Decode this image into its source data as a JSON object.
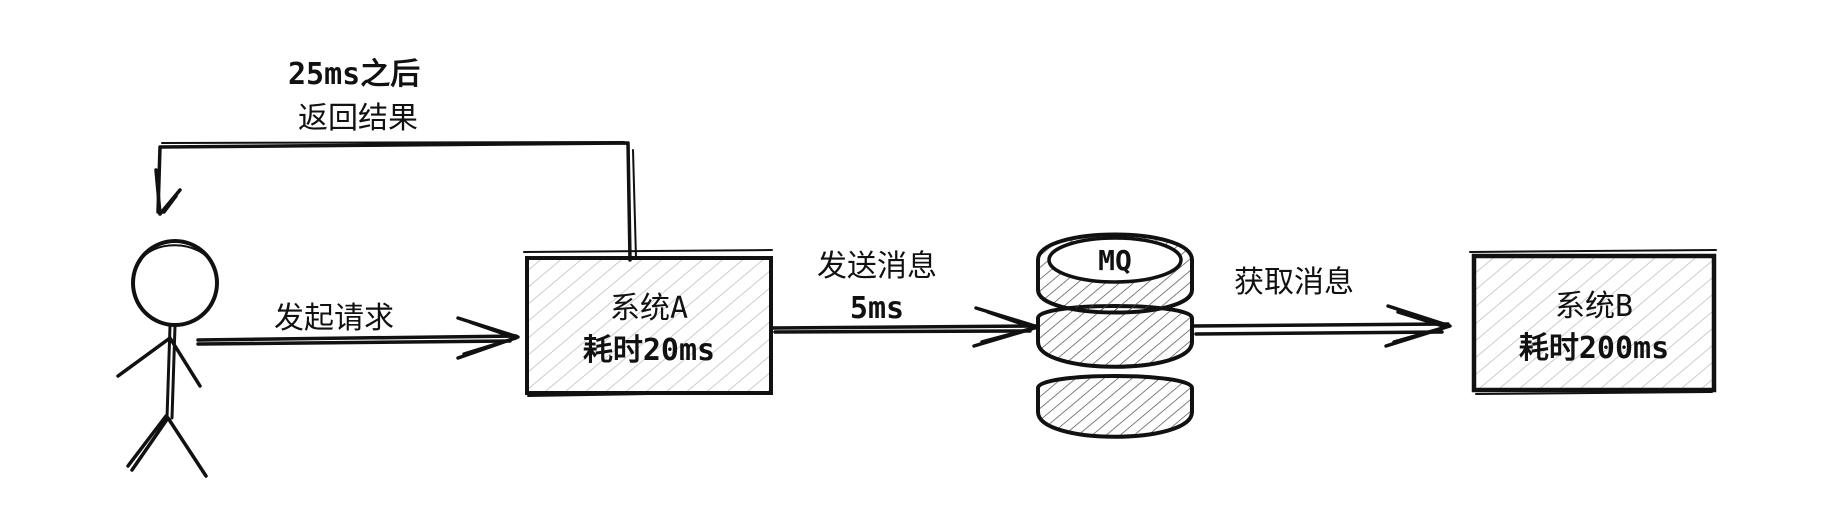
{
  "nodes": {
    "system_a": {
      "name": "系统A",
      "cost": "耗时20ms"
    },
    "mq": {
      "name": "MQ"
    },
    "system_b": {
      "name": "系统B",
      "cost": "耗时200ms"
    }
  },
  "edges": {
    "request": {
      "label": "发起请求"
    },
    "send_message": {
      "label_line1": "发送消息",
      "label_line2": "5ms"
    },
    "fetch_message": {
      "label": "获取消息"
    },
    "return_result": {
      "label_line1": "25ms之后",
      "label_line2": "返回结果"
    }
  },
  "colors": {
    "ink": "#111111",
    "hatch": "#b8c2cc",
    "hatch_dark": "#555555",
    "background": "#ffffff"
  }
}
